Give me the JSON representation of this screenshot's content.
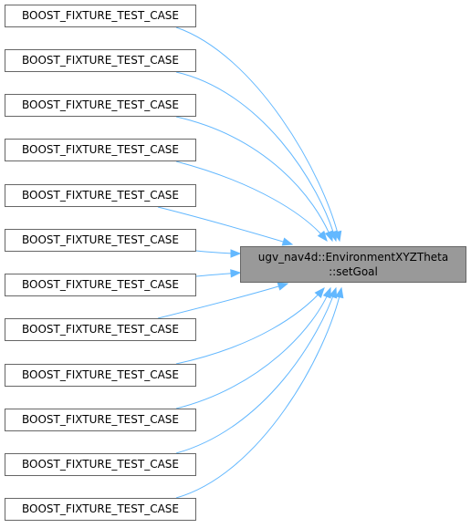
{
  "diagram": {
    "callers": [
      {
        "label": "BOOST_FIXTURE_TEST_CASE"
      },
      {
        "label": "BOOST_FIXTURE_TEST_CASE"
      },
      {
        "label": "BOOST_FIXTURE_TEST_CASE"
      },
      {
        "label": "BOOST_FIXTURE_TEST_CASE"
      },
      {
        "label": "BOOST_FIXTURE_TEST_CASE"
      },
      {
        "label": "BOOST_FIXTURE_TEST_CASE"
      },
      {
        "label": "BOOST_FIXTURE_TEST_CASE"
      },
      {
        "label": "BOOST_FIXTURE_TEST_CASE"
      },
      {
        "label": "BOOST_FIXTURE_TEST_CASE"
      },
      {
        "label": "BOOST_FIXTURE_TEST_CASE"
      },
      {
        "label": "BOOST_FIXTURE_TEST_CASE"
      },
      {
        "label": "BOOST_FIXTURE_TEST_CASE"
      }
    ],
    "target": {
      "line1": "ugv_nav4d::EnvironmentXYZTheta",
      "line2": "::setGoal"
    },
    "colors": {
      "edge": "#63b8ff",
      "node_border": "#666666",
      "target_fill": "#999999"
    }
  }
}
